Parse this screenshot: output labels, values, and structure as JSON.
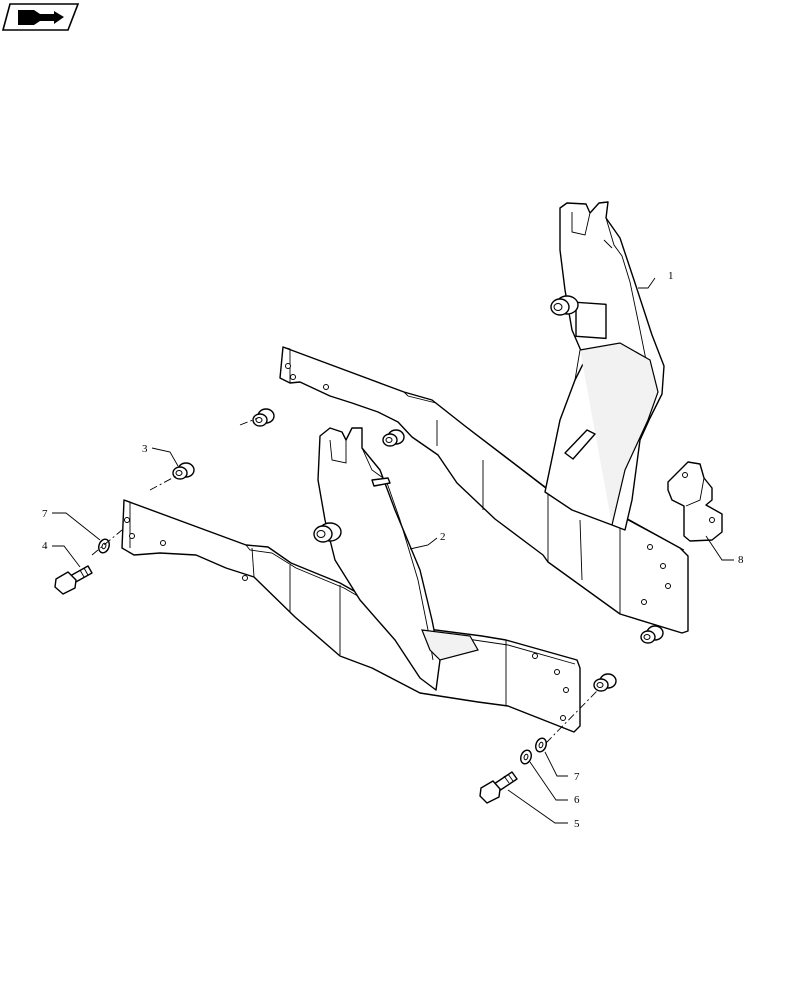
{
  "icon": {
    "name": "arrow-badge-icon",
    "fill": "#000000"
  },
  "callouts": [
    "1",
    "2",
    "3",
    "4",
    "5",
    "6",
    "7",
    "7",
    "8"
  ]
}
